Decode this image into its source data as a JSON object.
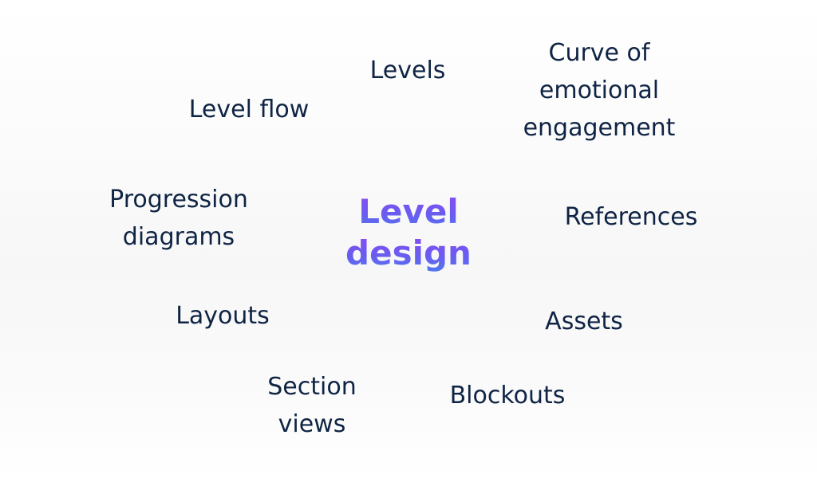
{
  "center": {
    "line1": "Level",
    "line2": "design",
    "gradient_top": "#8a4bf0",
    "gradient_bottom": "#4f78ee"
  },
  "terms": {
    "levels": "Levels",
    "curve_line1": "Curve of",
    "curve_line2": "emotional",
    "curve_line3": "engagement",
    "level_flow": "Level flow",
    "progression_line1": "Progression",
    "progression_line2": "diagrams",
    "references": "References",
    "layouts": "Layouts",
    "assets": "Assets",
    "section_line1": "Section",
    "section_line2": "views",
    "blockouts": "Blockouts"
  },
  "text_color": "#0f2444"
}
